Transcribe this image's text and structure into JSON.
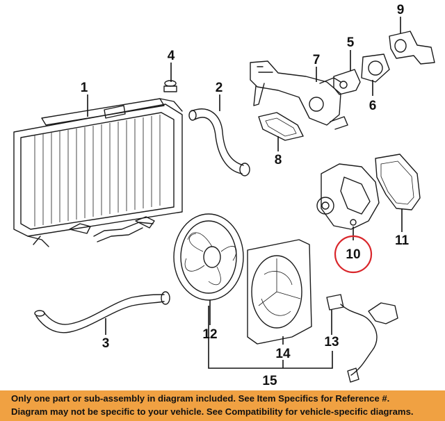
{
  "callouts": {
    "c1": "1",
    "c2": "2",
    "c3": "3",
    "c4": "4",
    "c5": "5",
    "c6": "6",
    "c7": "7",
    "c8": "8",
    "c9": "9",
    "c10": "10",
    "c11": "11",
    "c12": "12",
    "c13": "13",
    "c14": "14",
    "c15": "15"
  },
  "highlight_color": "#d9262b",
  "banner": {
    "line1": "Only one part or sub-assembly in diagram included. See Item Specifics for Reference #.",
    "line2": "Diagram may not be specific to your vehicle. See Compatibility for vehicle-specific diagrams.",
    "background": "#f0a142"
  }
}
